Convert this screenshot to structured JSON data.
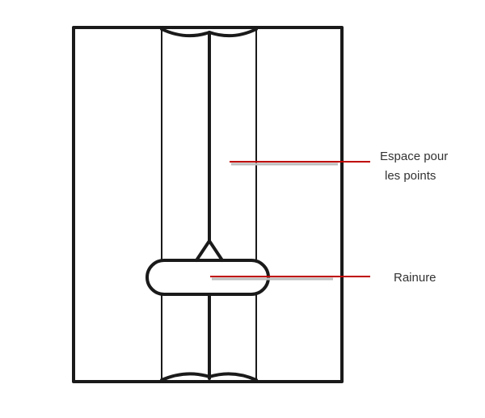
{
  "labels": {
    "dot_space_line1": "Espace pour",
    "dot_space_line2": "les points",
    "groove": "Rainure"
  },
  "colors": {
    "outline": "#1a1a1a",
    "callout": "#c00000",
    "label_text": "#333333",
    "background": "#ffffff"
  }
}
